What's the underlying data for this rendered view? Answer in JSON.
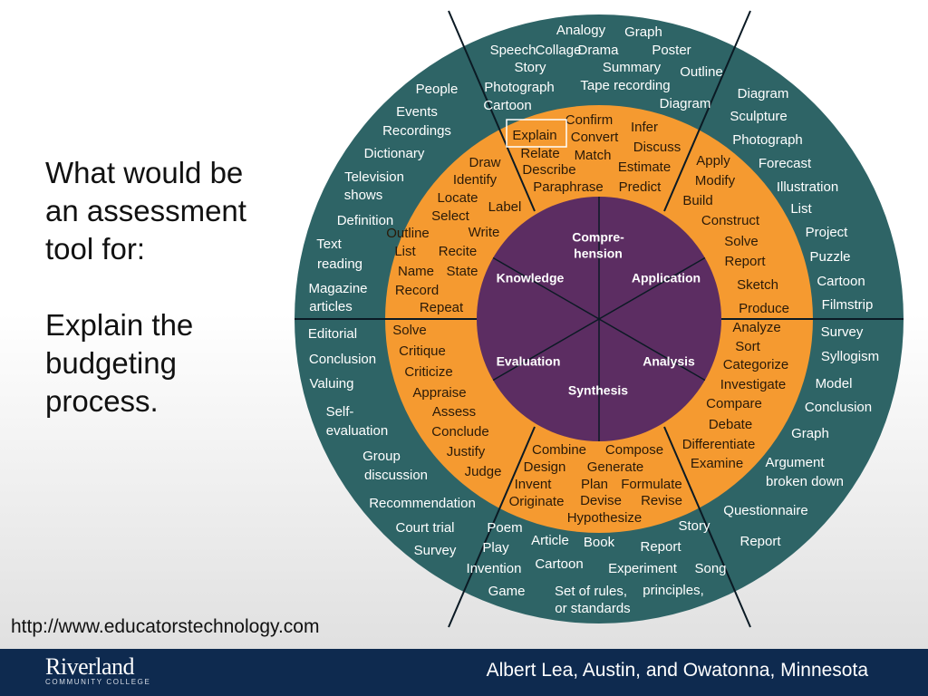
{
  "slide": {
    "question_lines": [
      "What would be",
      "an assessment",
      "tool for:"
    ],
    "task_lines": [
      "Explain the",
      "budgeting",
      "process."
    ],
    "source_url": "http://www.educatorstechnology.com"
  },
  "footer": {
    "logo_name": "Riverland",
    "logo_sub": "COMMUNITY COLLEGE",
    "locations": "Albert Lea, Austin, and Owatonna, Minnesota"
  },
  "colors": {
    "outer_ring": "#2e6466",
    "middle_ring": "#f59a30",
    "center": "#5c2d62",
    "divider": "#0b1a24",
    "footer": "#0e2a4f",
    "highlight_box": "#ffffff"
  },
  "highlight_word": "Explain",
  "wheel": {
    "center_labels": [
      {
        "id": "comprehension",
        "lines": [
          "Compre-",
          "hension"
        ]
      },
      {
        "id": "knowledge",
        "lines": [
          "Knowledge"
        ]
      },
      {
        "id": "application",
        "lines": [
          "Application"
        ]
      },
      {
        "id": "evaluation",
        "lines": [
          "Evaluation"
        ]
      },
      {
        "id": "analysis",
        "lines": [
          "Analysis"
        ]
      },
      {
        "id": "synthesis",
        "lines": [
          "Synthesis"
        ]
      }
    ],
    "middle_words": [
      "Confirm",
      "Infer",
      "Explain",
      "Convert",
      "Relate",
      "Discuss",
      "Match",
      "Describe",
      "Estimate",
      "Draw",
      "Identify",
      "Paraphrase",
      "Predict",
      "Locate",
      "Label",
      "Select",
      "Outline",
      "Write",
      "List",
      "Recite",
      "Name",
      "State",
      "Record",
      "Repeat",
      "Apply",
      "Modify",
      "Build",
      "Construct",
      "Solve",
      "Report",
      "Sketch",
      "Produce",
      "Analyze",
      "Sort",
      "Categorize",
      "Investigate",
      "Compare",
      "Debate",
      "Differentiate",
      "Examine",
      "Solve",
      "Critique",
      "Criticize",
      "Appraise",
      "Assess",
      "Conclude",
      "Justify",
      "Judge",
      "Combine",
      "Compose",
      "Design",
      "Generate",
      "Invent",
      "Plan",
      "Formulate",
      "Originate",
      "Devise",
      "Revise",
      "Hypothesize"
    ],
    "outer_words": [
      "Analogy",
      "Graph",
      "Speech",
      "Collage",
      "Drama",
      "Poster",
      "Story",
      "Summary",
      "Outline",
      "Photograph",
      "Tape recording",
      "Cartoon",
      "Diagram",
      "People",
      "Events",
      "Recordings",
      "Dictionary",
      "Television",
      "shows",
      "Definition",
      "Text",
      "reading",
      "Magazine",
      "articles",
      "Diagram",
      "Sculpture",
      "Photograph",
      "Forecast",
      "Illustration",
      "List",
      "Project",
      "Puzzle",
      "Cartoon",
      "Filmstrip",
      "Editorial",
      "Conclusion",
      "Valuing",
      "Self-",
      "evaluation",
      "Group",
      "discussion",
      "Recommendation",
      "Court trial",
      "Survey",
      "Survey",
      "Syllogism",
      "Model",
      "Conclusion",
      "Graph",
      "Argument",
      "broken down",
      "Questionnaire",
      "Report",
      "Poem",
      "Play",
      "Article",
      "Book",
      "Invention",
      "Cartoon",
      "Experiment",
      "Song",
      "Story",
      "Report",
      "Game",
      "Set of rules,",
      "principles,",
      "or standards"
    ]
  }
}
